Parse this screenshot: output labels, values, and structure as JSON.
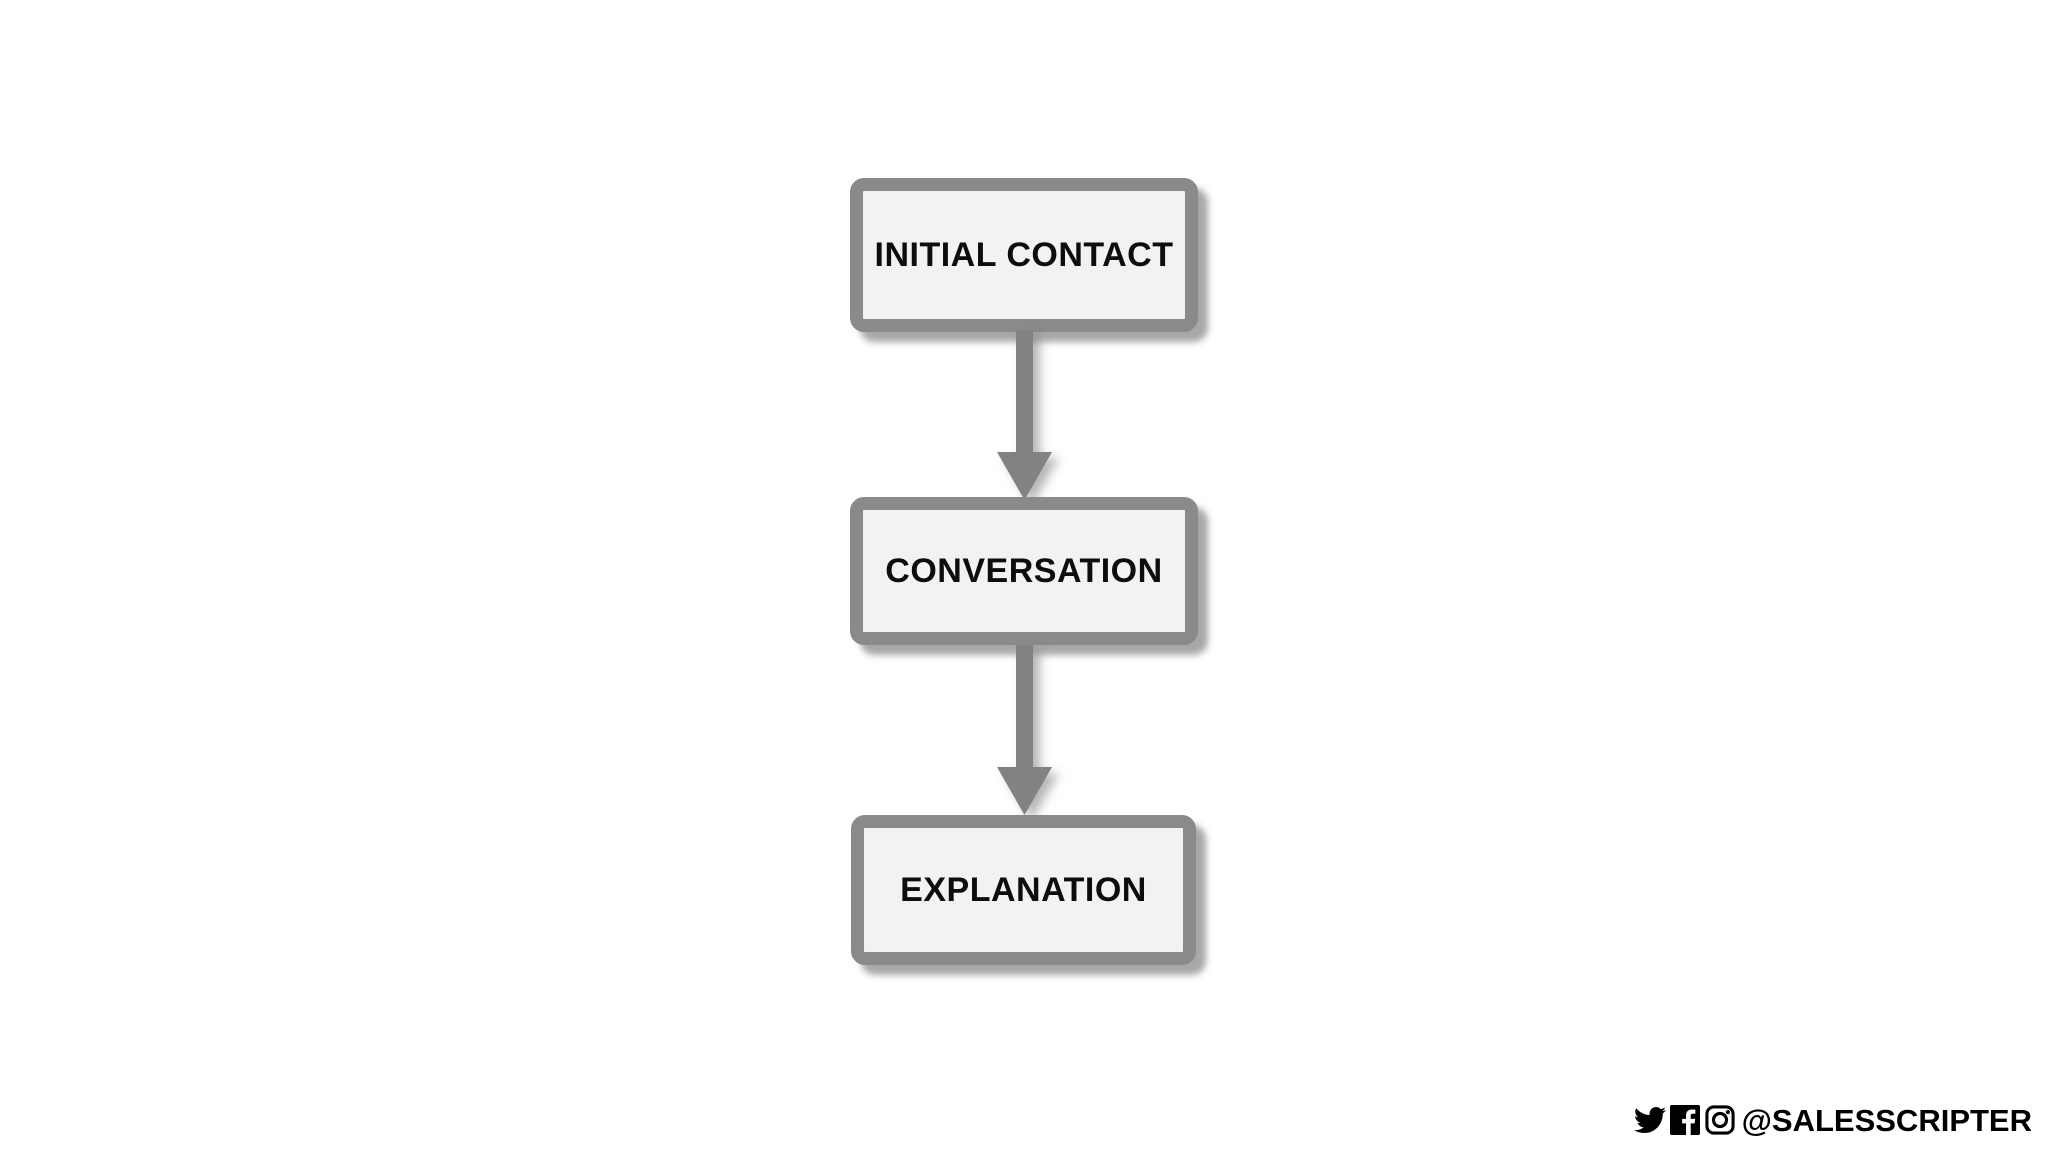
{
  "flow": {
    "nodes": [
      {
        "id": "initial-contact",
        "label": "INITIAL CONTACT"
      },
      {
        "id": "conversation",
        "label": "CONVERSATION"
      },
      {
        "id": "explanation",
        "label": "EXPLANATION"
      }
    ],
    "connector": "arrow-down"
  },
  "branding": {
    "handle": "@SALESSCRIPTER",
    "icons": [
      "twitter-icon",
      "facebook-icon",
      "instagram-icon"
    ]
  },
  "colors": {
    "background": "#ffffff",
    "node_fill": "#f2f2f2",
    "node_border": "#8a8a8a",
    "arrow": "#828282",
    "text": "#0d0d0d",
    "branding_text": "#000000"
  }
}
